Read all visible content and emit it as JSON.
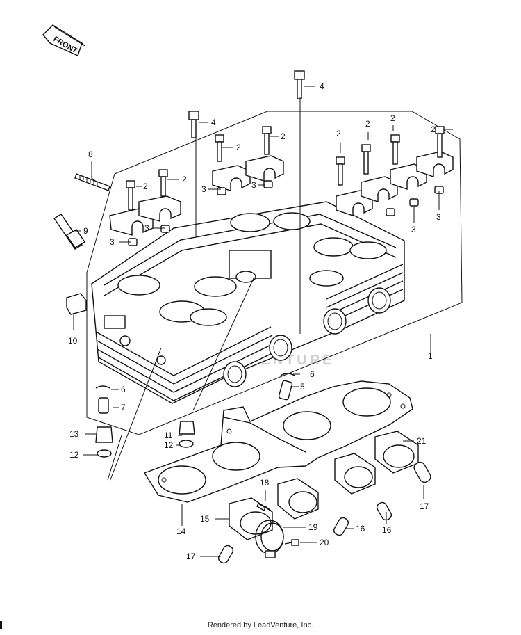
{
  "front_label": "FRONT",
  "watermark": "VENTURE",
  "footer": "Rendered by LeadVenture, Inc.",
  "callouts": {
    "c1": "1",
    "c2": "2",
    "c3": "3",
    "c4": "4",
    "c5": "5",
    "c6": "6",
    "c7": "7",
    "c8": "8",
    "c9": "9",
    "c10": "10",
    "c11": "11",
    "c12": "12",
    "c13": "13",
    "c14": "14",
    "c15": "15",
    "c16": "16",
    "c17": "17",
    "c18": "18",
    "c19": "19",
    "c20": "20",
    "c21": "21"
  }
}
